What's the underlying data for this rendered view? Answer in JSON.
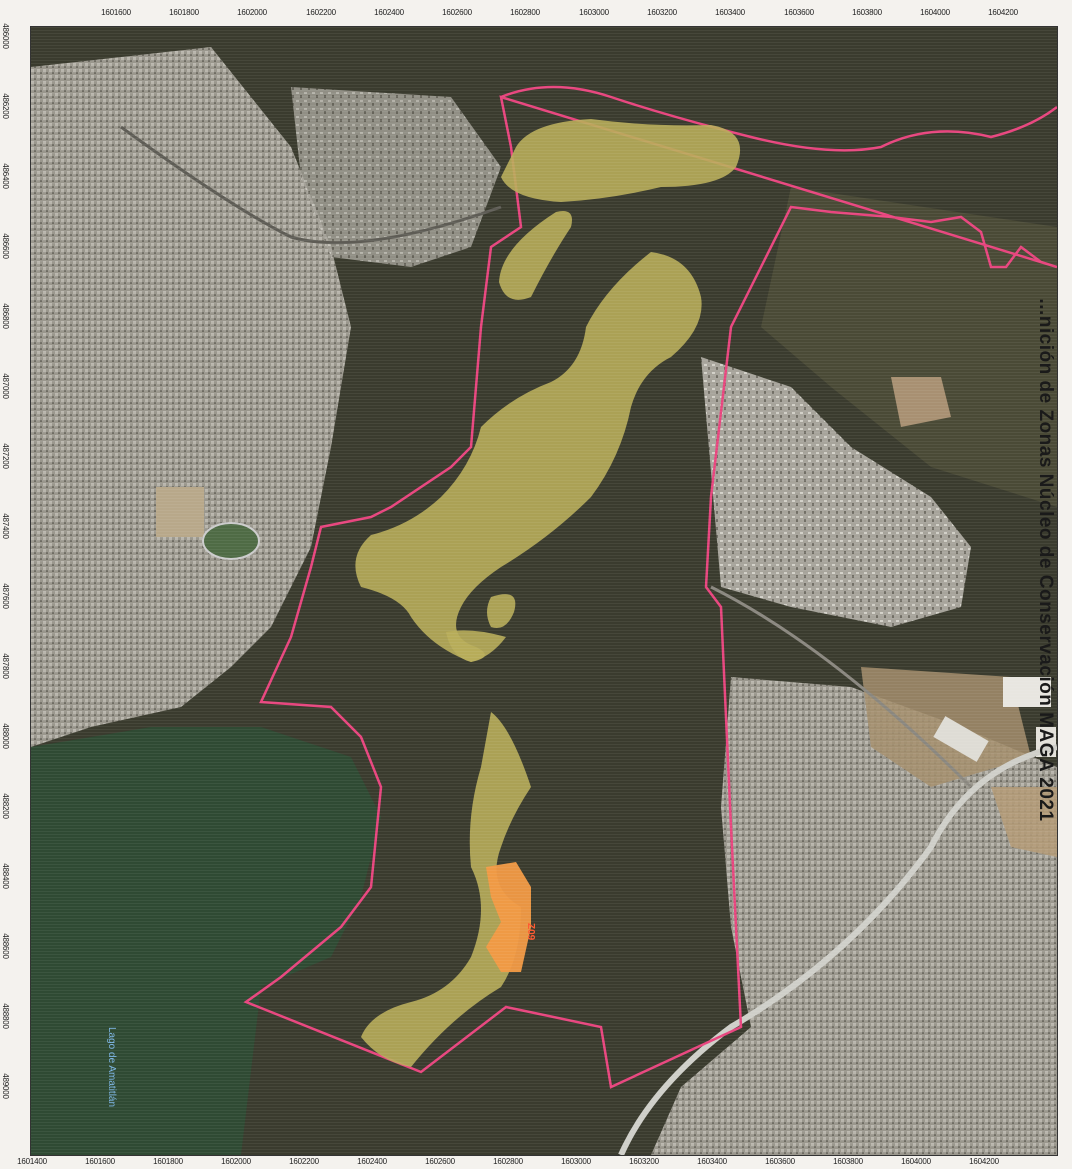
{
  "map": {
    "title": "...nición de Zonas Núcleo de Conservación MAGA 2021",
    "lake_label": "Lago de Amatitlán",
    "patch_code": "Z09",
    "colors": {
      "boundary": "#e8457e",
      "zone_yellow": "#b8ad5a",
      "zone_orange": "#f29a45",
      "forest": "#34372b",
      "urban": "#8f8c84",
      "lake": "#2e4a32"
    }
  },
  "axis_top": [
    "1601600",
    "1601800",
    "1602000",
    "1602200",
    "1602400",
    "1602600",
    "1602800",
    "1603000",
    "1603200",
    "1603400",
    "1603600",
    "1603800",
    "1604000",
    "1604200"
  ],
  "axis_bottom": [
    "1601400",
    "1601600",
    "1601800",
    "1602000",
    "1602200",
    "1602400",
    "1602600",
    "1602800",
    "1603000",
    "1603200",
    "1603400",
    "1603600",
    "1603800",
    "1604000",
    "1604200"
  ],
  "axis_left": [
    "486000",
    "486200",
    "486400",
    "486600",
    "486800",
    "487000",
    "487200",
    "487400",
    "487600",
    "487800",
    "488000",
    "488200",
    "488400",
    "488600",
    "488800",
    "489000"
  ]
}
